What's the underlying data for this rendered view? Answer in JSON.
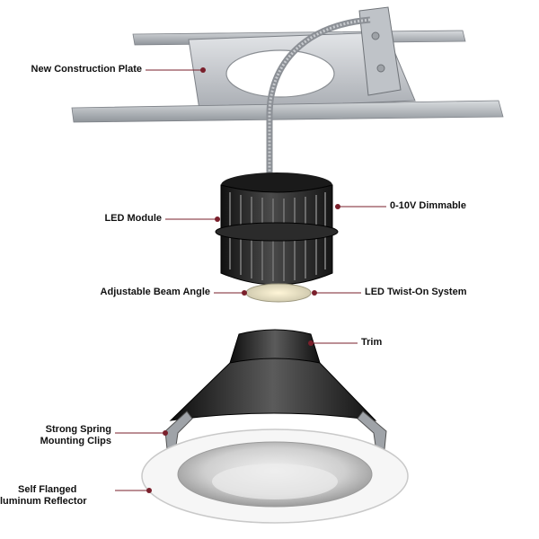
{
  "callouts": {
    "new_construction_plate": "New Construction Plate",
    "led_module": "LED Module",
    "dimmable": "0-10V Dimmable",
    "adjustable_beam_angle": "Adjustable Beam Angle",
    "led_twist_on_system": "LED Twist-On System",
    "trim": "Trim",
    "spring_clips_line1": "Strong Spring",
    "spring_clips_line2": "Mounting Clips",
    "reflector_line1": "Self Flanged",
    "reflector_line2": "luminum Reflector"
  },
  "colors": {
    "leader_line": "#7a1f2b",
    "leader_dot": "#7a1f2b",
    "metal_plate": "#c9ccd0",
    "module_body": "#2a2a2a",
    "flange": "#f4f4f4"
  }
}
